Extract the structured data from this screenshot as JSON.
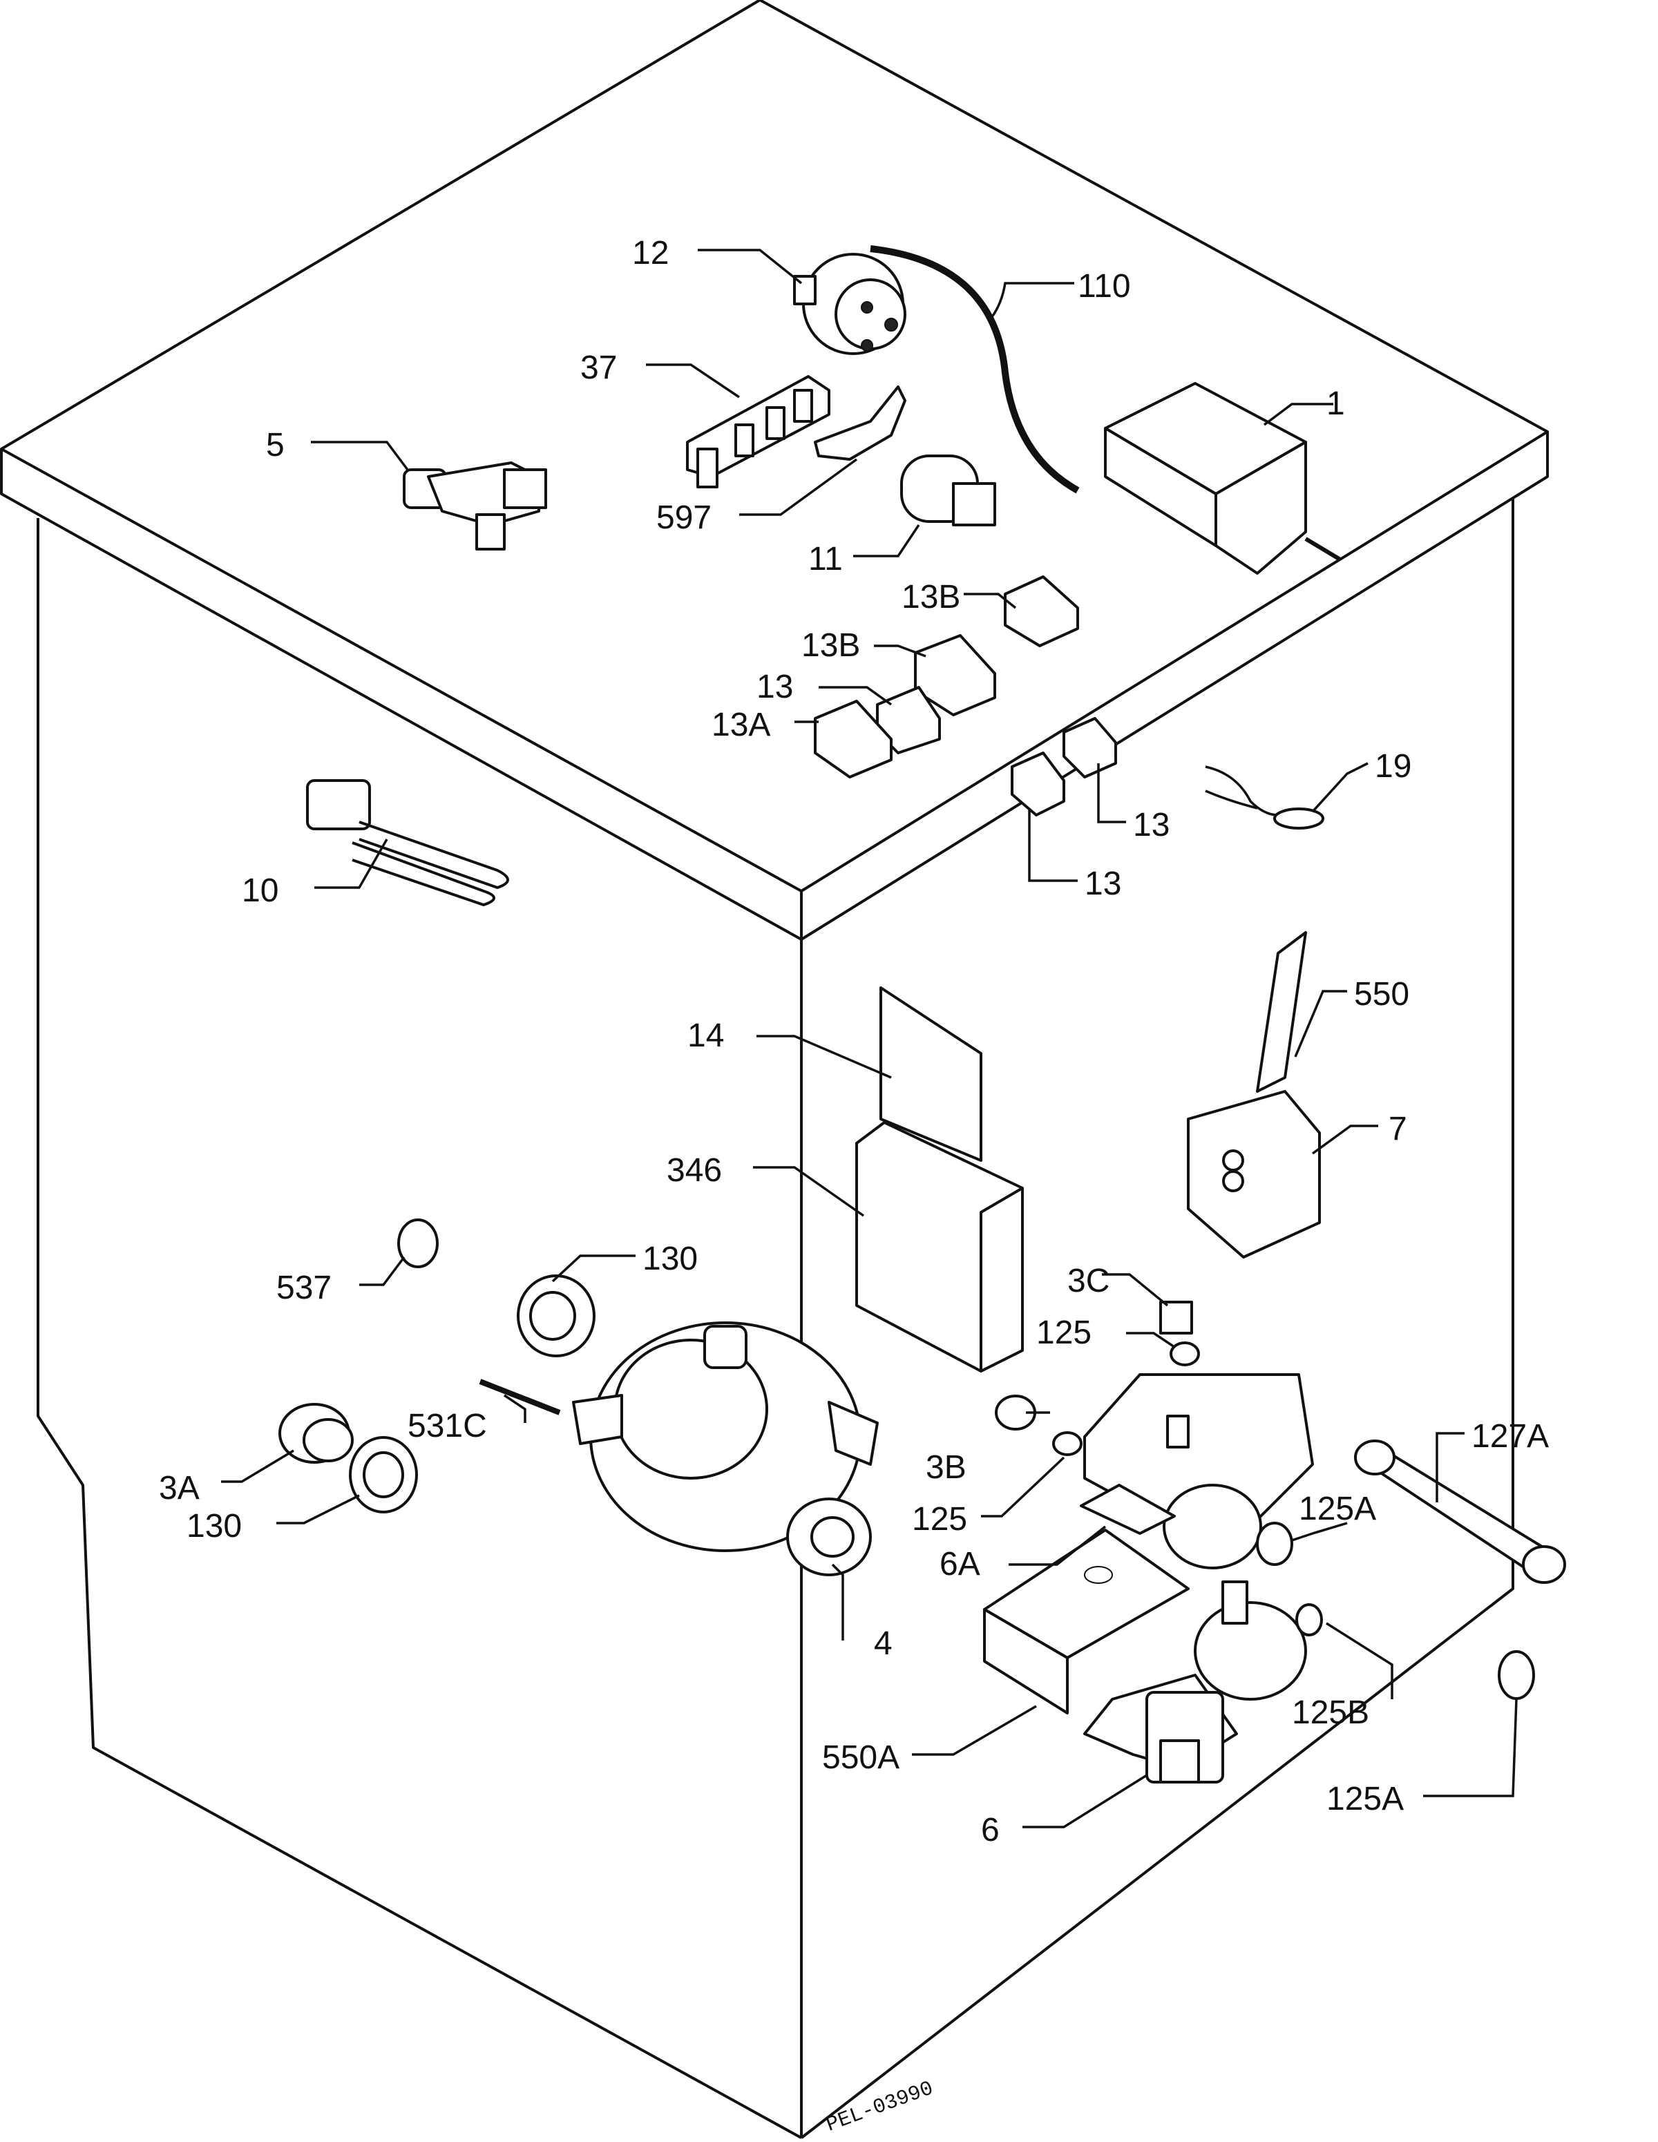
{
  "diagram": {
    "drawing_code": "PEL-03990",
    "labels": [
      {
        "id": "1",
        "text": "1"
      },
      {
        "id": "3A",
        "text": "3A"
      },
      {
        "id": "3B",
        "text": "3B"
      },
      {
        "id": "3C",
        "text": "3C"
      },
      {
        "id": "4",
        "text": "4"
      },
      {
        "id": "5",
        "text": "5"
      },
      {
        "id": "6",
        "text": "6"
      },
      {
        "id": "6A",
        "text": "6A"
      },
      {
        "id": "7",
        "text": "7"
      },
      {
        "id": "10",
        "text": "10"
      },
      {
        "id": "11",
        "text": "11"
      },
      {
        "id": "12",
        "text": "12"
      },
      {
        "id": "13a",
        "text": "13"
      },
      {
        "id": "13b",
        "text": "13"
      },
      {
        "id": "13c",
        "text": "13"
      },
      {
        "id": "13A",
        "text": "13A"
      },
      {
        "id": "13B1",
        "text": "13B"
      },
      {
        "id": "13B2",
        "text": "13B"
      },
      {
        "id": "14",
        "text": "14"
      },
      {
        "id": "19",
        "text": "19"
      },
      {
        "id": "37",
        "text": "37"
      },
      {
        "id": "110",
        "text": "110"
      },
      {
        "id": "125a",
        "text": "125"
      },
      {
        "id": "125b",
        "text": "125"
      },
      {
        "id": "125A1",
        "text": "125A"
      },
      {
        "id": "125A2",
        "text": "125A"
      },
      {
        "id": "125B",
        "text": "125B"
      },
      {
        "id": "127A",
        "text": "127A"
      },
      {
        "id": "130a",
        "text": "130"
      },
      {
        "id": "130b",
        "text": "130"
      },
      {
        "id": "346",
        "text": "346"
      },
      {
        "id": "531C",
        "text": "531C"
      },
      {
        "id": "537",
        "text": "537"
      },
      {
        "id": "550",
        "text": "550"
      },
      {
        "id": "550A",
        "text": "550A"
      },
      {
        "id": "597",
        "text": "597"
      }
    ]
  }
}
